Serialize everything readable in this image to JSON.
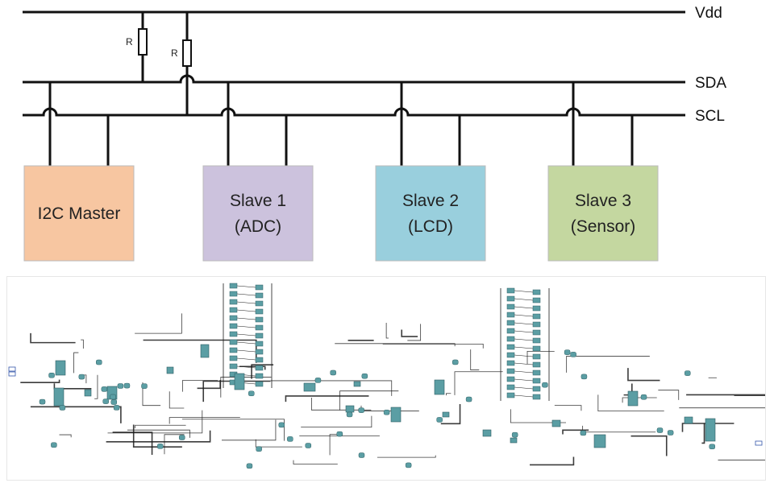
{
  "bus_lines": {
    "vdd": "Vdd",
    "sda": "SDA",
    "scl": "SCL"
  },
  "resistors": {
    "r1": "R",
    "r2": "R"
  },
  "devices": [
    {
      "line1": "I2C Master",
      "line2": "",
      "color": "#f7c6a1"
    },
    {
      "line1": "Slave 1",
      "line2": "(ADC)",
      "color": "#ccc2dd"
    },
    {
      "line1": "Slave 2",
      "line2": "(LCD)",
      "color": "#99cfdd"
    },
    {
      "line1": "Slave 3",
      "line2": "(Sensor)",
      "color": "#c4d7a0"
    }
  ],
  "colors": {
    "wire": "#111111",
    "schematic_block": "#5b9ea4",
    "schematic_wire": "#1a1a1a"
  }
}
